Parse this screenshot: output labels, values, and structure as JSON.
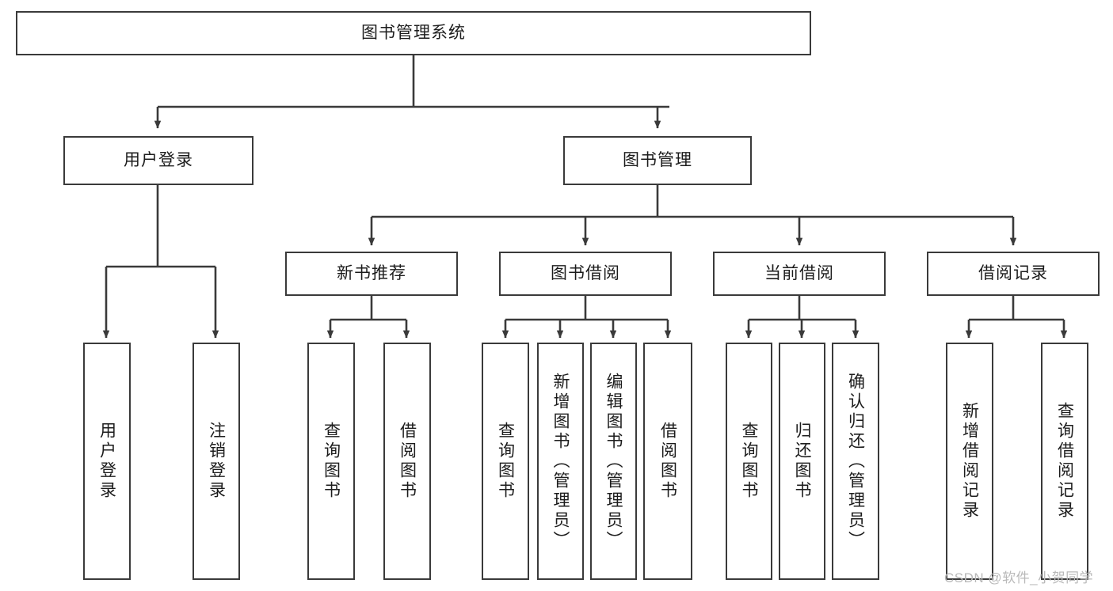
{
  "diagram": {
    "type": "tree-hierarchy",
    "title": "图书管理系统",
    "watermark": "CSDN @软件_小贺同学",
    "colors": {
      "box_border": "#3a3a3a",
      "box_fill": "#ffffff",
      "connector": "#3a3a3a",
      "text": "#1c1c1c",
      "watermark": "#b9b9b9",
      "background": "#ffffff"
    },
    "nodes": {
      "root": {
        "label": "图书管理系统",
        "level": 0,
        "orientation": "horizontal"
      },
      "l1": [
        {
          "id": "user-login",
          "label": "用户登录",
          "orientation": "horizontal"
        },
        {
          "id": "book-manage",
          "label": "图书管理",
          "orientation": "horizontal"
        }
      ],
      "l2": [
        {
          "id": "new-book-recommend",
          "label": "新书推荐",
          "orientation": "horizontal",
          "parent": "book-manage"
        },
        {
          "id": "book-borrow",
          "label": "图书借阅",
          "orientation": "horizontal",
          "parent": "book-manage"
        },
        {
          "id": "current-borrow",
          "label": "当前借阅",
          "orientation": "horizontal",
          "parent": "book-manage"
        },
        {
          "id": "borrow-record",
          "label": "借阅记录",
          "orientation": "horizontal",
          "parent": "book-manage"
        }
      ],
      "leaves": {
        "user_login": [
          {
            "id": "leaf-user-login",
            "label": "用户登录"
          },
          {
            "id": "leaf-logout",
            "label": "注销登录"
          }
        ],
        "new_book_recommend": [
          {
            "id": "leaf-query-book-1",
            "label": "查询图书"
          },
          {
            "id": "leaf-borrow-book-1",
            "label": "借阅图书"
          }
        ],
        "book_borrow": [
          {
            "id": "leaf-query-book-2",
            "label": "查询图书"
          },
          {
            "id": "leaf-add-book",
            "label": "新增图书（管理员）"
          },
          {
            "id": "leaf-edit-book",
            "label": "编辑图书（管理员）"
          },
          {
            "id": "leaf-borrow-book-2",
            "label": "借阅图书"
          }
        ],
        "current_borrow": [
          {
            "id": "leaf-query-book-3",
            "label": "查询图书"
          },
          {
            "id": "leaf-return-book",
            "label": "归还图书"
          },
          {
            "id": "leaf-confirm-return",
            "label": "确认归还（管理员）"
          }
        ],
        "borrow_record": [
          {
            "id": "leaf-add-record",
            "label": "新增借阅记录"
          },
          {
            "id": "leaf-query-record",
            "label": "查询借阅记录"
          }
        ]
      }
    }
  }
}
